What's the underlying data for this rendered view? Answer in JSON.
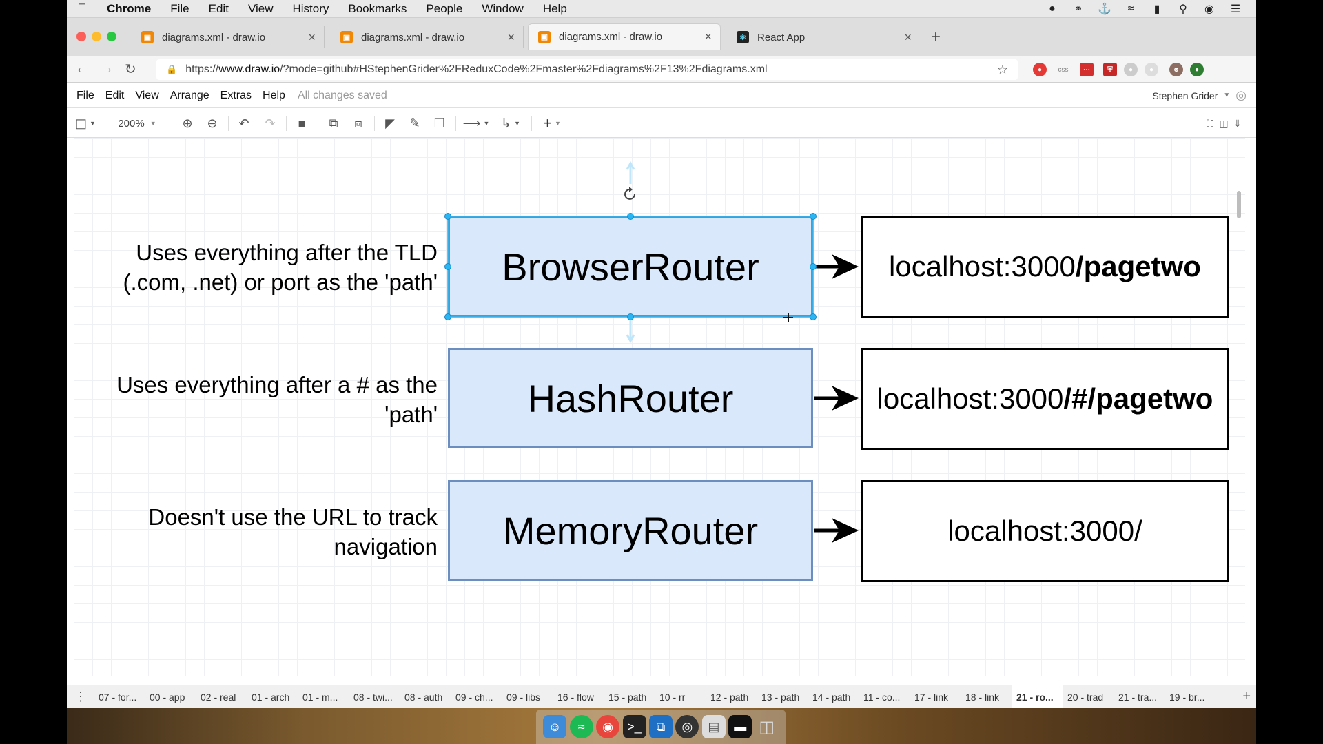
{
  "mac_menubar": {
    "app_name": "Chrome",
    "items": [
      "File",
      "Edit",
      "View",
      "History",
      "Bookmarks",
      "People",
      "Window",
      "Help"
    ]
  },
  "browser": {
    "tabs": [
      {
        "title": "diagrams.xml - draw.io",
        "active": false
      },
      {
        "title": "diagrams.xml - draw.io",
        "active": false
      },
      {
        "title": "diagrams.xml - draw.io",
        "active": true
      },
      {
        "title": "React App",
        "active": false
      }
    ],
    "url_prefix": "https://",
    "url_host": "www.draw.io",
    "url_rest": "/?mode=github#HStephenGrider%2FReduxCode%2Fmaster%2Fdiagrams%2F13%2Fdiagrams.xml",
    "ext_css_label": "css"
  },
  "drawio": {
    "menu": [
      "File",
      "Edit",
      "View",
      "Arrange",
      "Extras",
      "Help"
    ],
    "save_status": "All changes saved",
    "user_name": "Stephen Grider",
    "zoom": "200%"
  },
  "diagram": {
    "rows": [
      {
        "router": "BrowserRouter",
        "desc_line1": "Uses everything after the TLD",
        "desc_line2": "(.com, .net) or port as the 'path'",
        "url_plain": "localhost:3000",
        "url_bold": "/pagetwo"
      },
      {
        "router": "HashRouter",
        "desc_line1": "Uses everything after a # as the",
        "desc_line2": "'path'",
        "url_plain": "localhost:3000",
        "url_bold": "/#/pagetwo"
      },
      {
        "router": "MemoryRouter",
        "desc_line1": "Doesn't use the URL to track",
        "desc_line2": "navigation",
        "url_plain": "localhost:3000/",
        "url_bold": ""
      }
    ]
  },
  "page_tabs": [
    "07 - for...",
    "00 - app",
    "02 - real",
    "01 - arch",
    "01 - m...",
    "08 - twi...",
    "08 - auth",
    "09 - ch...",
    "09 - libs",
    "16 - flow",
    "15 - path",
    "10 - rr",
    "12 - path",
    "13 - path",
    "14 - path",
    "11 - co...",
    "17 - link",
    "18 - link",
    "21 - ro...",
    "20 - trad",
    "21 - tra...",
    "19 - br..."
  ],
  "active_page_index": 18,
  "colors": {
    "router_fill": "#dae8fc",
    "router_stroke": "#6c8ebf",
    "selection": "#29b6f2"
  }
}
